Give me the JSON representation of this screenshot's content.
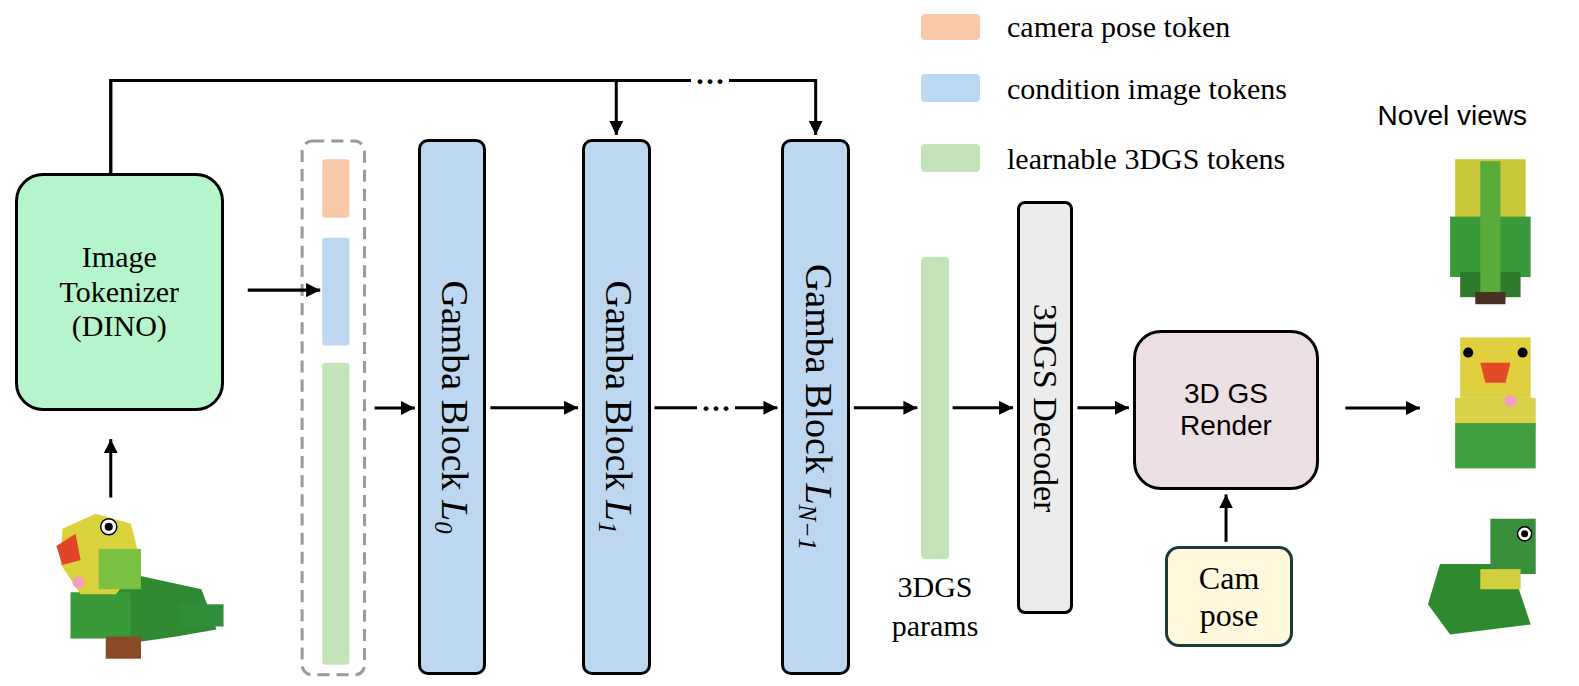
{
  "diagram": {
    "nodes": [
      {
        "text": [
          "Image Tokenizer (DINO)"
        ]
      },
      {
        "text": [
          "Gamba Block L0"
        ]
      },
      {
        "text": [
          "Gamba Block L1"
        ]
      },
      {
        "text": [
          "Gamba Block LN−1"
        ]
      },
      {
        "text": [
          "3DGS params"
        ]
      },
      {
        "text": [
          "3DGS Decoder"
        ]
      },
      {
        "text": [
          "3D GS Render"
        ]
      },
      {
        "text": [
          "Cam pose"
        ]
      }
    ],
    "edges": [
      {
        "from": 0,
        "to": 2,
        "arrow": "to"
      },
      {
        "from": 0,
        "to": 3,
        "arrow": "to",
        "label": "···"
      },
      {
        "from": 1,
        "to": 2,
        "arrow": "to"
      },
      {
        "from": 2,
        "to": 3,
        "arrow": "to",
        "label": "···"
      },
      {
        "from": 3,
        "to": 4,
        "arrow": "to"
      },
      {
        "from": 4,
        "to": 5,
        "arrow": "to"
      },
      {
        "from": 5,
        "to": 6,
        "arrow": "to"
      },
      {
        "from": 7,
        "to": 6,
        "arrow": "to"
      }
    ],
    "labels": [
      "Novel views"
    ],
    "legend": [
      {
        "text": "camera pose token",
        "color": "#f8c9a8"
      },
      {
        "text": "condition image tokens",
        "color": "#bcd7ef"
      },
      {
        "text": "learnable 3DGS tokens",
        "color": "#c5e3b9"
      }
    ]
  }
}
